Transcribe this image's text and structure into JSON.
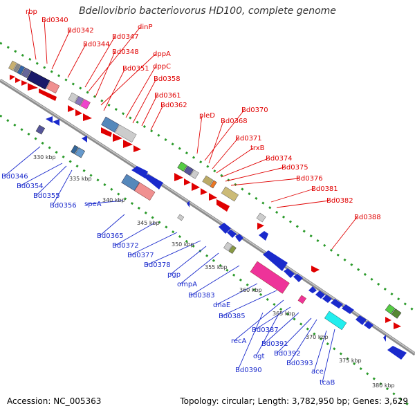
{
  "title": "Bdellovibrio bacteriovorus HD100, complete genome",
  "footer": {
    "accession": "Accession: NC_005363",
    "summary": "Topology: circular; Length: 3,782,950 bp; Genes: 3,629"
  },
  "colors": {
    "forward_label": "#e00000",
    "reverse_label": "#1a2acc",
    "backbone": "#999999",
    "tick": "#228b22"
  },
  "kbp_labels": [
    "330 kbp",
    "335 kbp",
    "340 kbp",
    "345 kbp",
    "350 kbp",
    "355 kbp",
    "360 kbp",
    "365 kbp",
    "370 kbp",
    "375 kbp",
    "380 kbp"
  ],
  "forward_genes": [
    "rbp",
    "Bd0340",
    "Bd0342",
    "Bd0344",
    "Bd0347",
    "dinP",
    "Bd0348",
    "dppA",
    "Bd0351",
    "dppC",
    "Bd0358",
    "Bd0361",
    "Bd0362",
    "pleD",
    "Bd0370",
    "Bd0368",
    "Bd0371",
    "trxB",
    "Bd0374",
    "Bd0375",
    "Bd0376",
    "Bd0381",
    "Bd0382",
    "Bd0388"
  ],
  "reverse_genes": [
    "Bd0346",
    "Bd0354",
    "Bd0355",
    "Bd0356",
    "speA",
    "Bd0365",
    "Bd0372",
    "Bd0377",
    "Bd0378",
    "pgp",
    "ompA",
    "Bd0383",
    "dnaE",
    "Bd0385",
    "recA",
    "Bd0387",
    "ogt",
    "Bd0391",
    "Bd0390",
    "Bd0392",
    "Bd0393",
    "ace",
    "tcaB"
  ]
}
